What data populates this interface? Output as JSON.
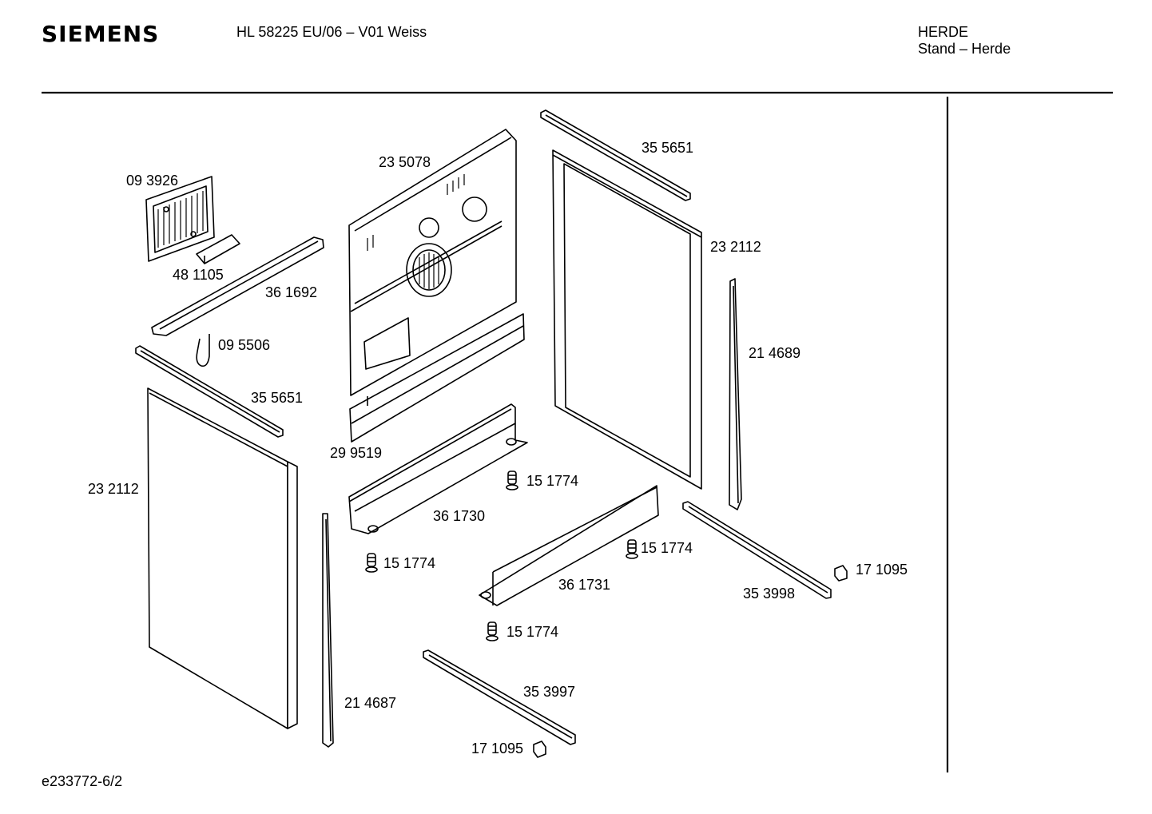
{
  "header": {
    "brand": "SIEMENS",
    "model": "HL 58225 EU/06 – V01 Weiss",
    "category_line1": "HERDE",
    "category_line2": "Stand – Herde"
  },
  "footer": {
    "doc_number": "e233772-6/2"
  },
  "parts": [
    {
      "id": "p-093926",
      "label": "09 3926"
    },
    {
      "id": "p-481105",
      "label": "48 1105"
    },
    {
      "id": "p-361692",
      "label": "36 1692"
    },
    {
      "id": "p-095506",
      "label": "09 5506"
    },
    {
      "id": "p-355651a",
      "label": "35 5651"
    },
    {
      "id": "p-232112a",
      "label": "23 2112"
    },
    {
      "id": "p-235078",
      "label": "23 5078"
    },
    {
      "id": "p-299519",
      "label": "29 9519"
    },
    {
      "id": "p-361730",
      "label": "36 1730"
    },
    {
      "id": "p-151774a",
      "label": "15 1774"
    },
    {
      "id": "p-151774b",
      "label": "15 1774"
    },
    {
      "id": "p-151774c",
      "label": "15 1774"
    },
    {
      "id": "p-151774d",
      "label": "15 1774"
    },
    {
      "id": "p-214687",
      "label": "21 4687"
    },
    {
      "id": "p-355651b",
      "label": "35 5651"
    },
    {
      "id": "p-232112b",
      "label": "23 2112"
    },
    {
      "id": "p-214689",
      "label": "21 4689"
    },
    {
      "id": "p-361731",
      "label": "36 1731"
    },
    {
      "id": "p-353998",
      "label": "35 3998"
    },
    {
      "id": "p-171095a",
      "label": "17 1095"
    },
    {
      "id": "p-353997",
      "label": "35 3997"
    },
    {
      "id": "p-171095b",
      "label": "17 1095"
    }
  ]
}
